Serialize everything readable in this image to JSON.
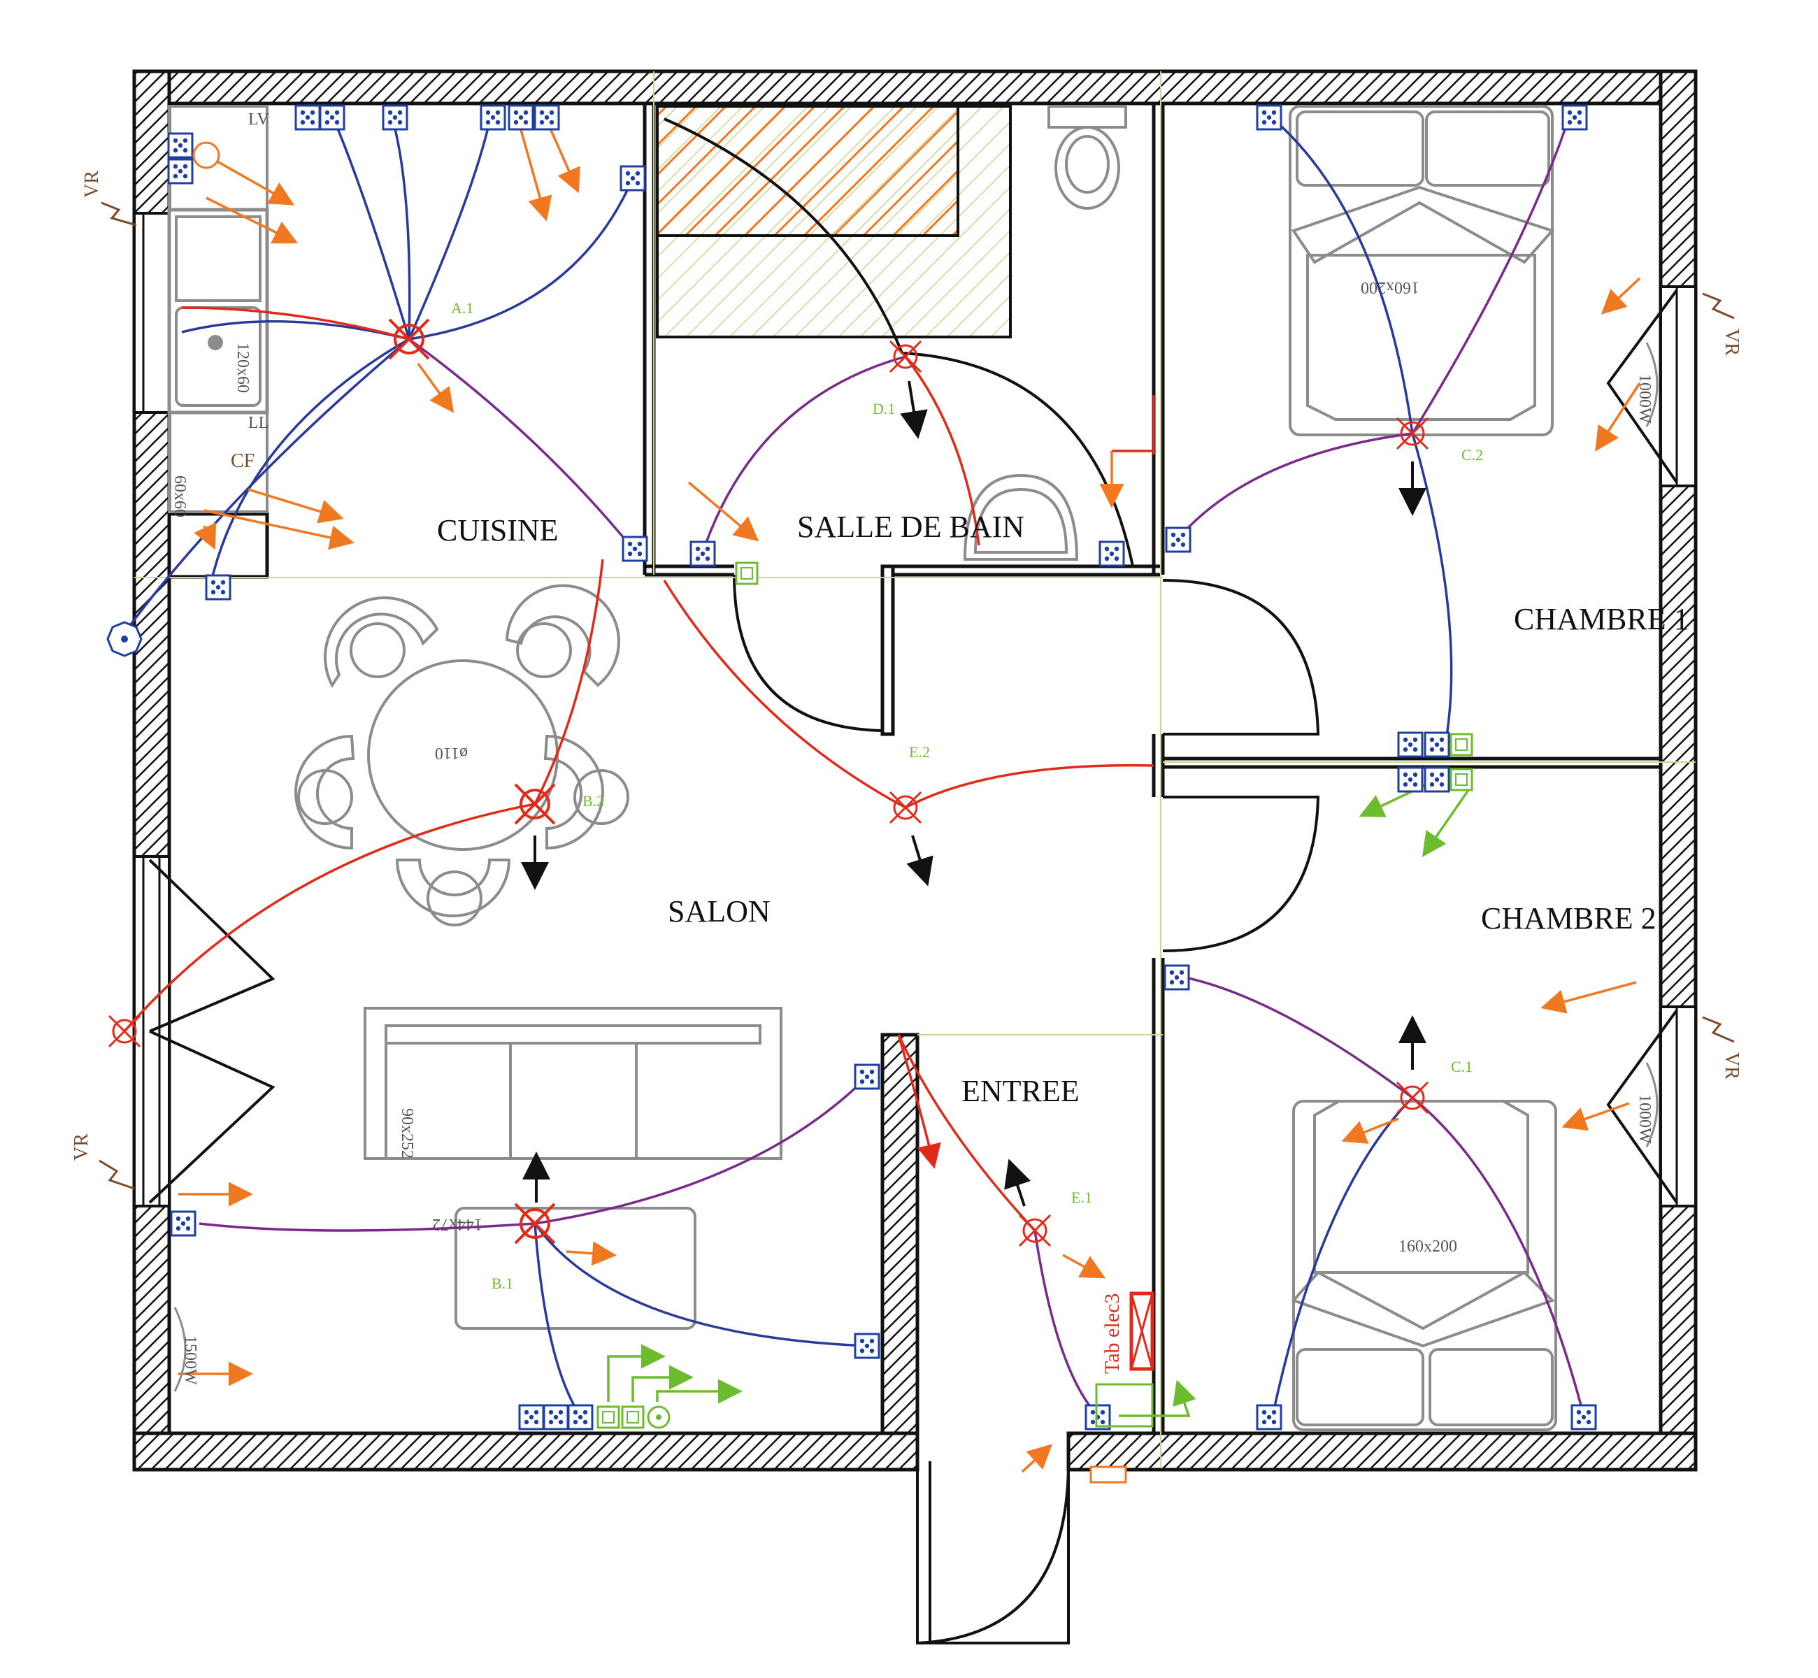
{
  "rooms": {
    "cuisine": "CUISINE",
    "salle_de_bain": "SALLE DE BAIN",
    "chambre_1": "CHAMBRE 1",
    "chambre_2": "CHAMBRE 2",
    "salon": "SALON",
    "entree": "ENTREE"
  },
  "light_points": {
    "a1": "A.1",
    "b1": "B.1",
    "b2": "B.2",
    "c1": "C.1",
    "c2": "C.2",
    "d1": "D.1",
    "e1": "E.1",
    "e2": "E.2"
  },
  "furniture": {
    "sink": "120x60",
    "bed_1": "160x200",
    "bed_2": "160x200",
    "table": "ø110",
    "sofa": "90x252",
    "coffee_table": "144x72",
    "fridge": "60x60",
    "lv": "LV",
    "ll": "LL",
    "cf": "CF"
  },
  "heaters": {
    "salon": "1500W",
    "chambre_1": "1000W",
    "chambre_2": "1000W"
  },
  "shutters": {
    "label": "VR"
  },
  "panel": {
    "label": "Tab elec3"
  },
  "colors": {
    "wall": "#111111",
    "furniture": "#8c8c8c",
    "socket": "#1f3fa0",
    "light_circuit": "#e02a1a",
    "socket_circuit": "#2a3a9a",
    "switch_circuit": "#7a2a8a",
    "orange": "#f07820",
    "green": "#6dbb2e",
    "shower_hatch": "#c8d890"
  }
}
